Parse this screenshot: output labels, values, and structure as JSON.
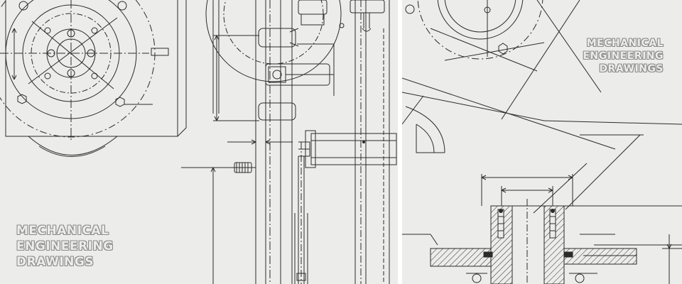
{
  "left_panel": {
    "caption_lines": [
      "MECHANICAL",
      "ENGINEERING",
      "DRAWINGS"
    ]
  },
  "right_panel": {
    "caption_lines": [
      "MECHANICAL",
      "ENGINEERING",
      "DRAWINGS"
    ]
  },
  "colors": {
    "background": "#ececea",
    "line": "#2b2b2b",
    "caption_outline": "#8a8a8a",
    "divider": "#ffffff"
  }
}
